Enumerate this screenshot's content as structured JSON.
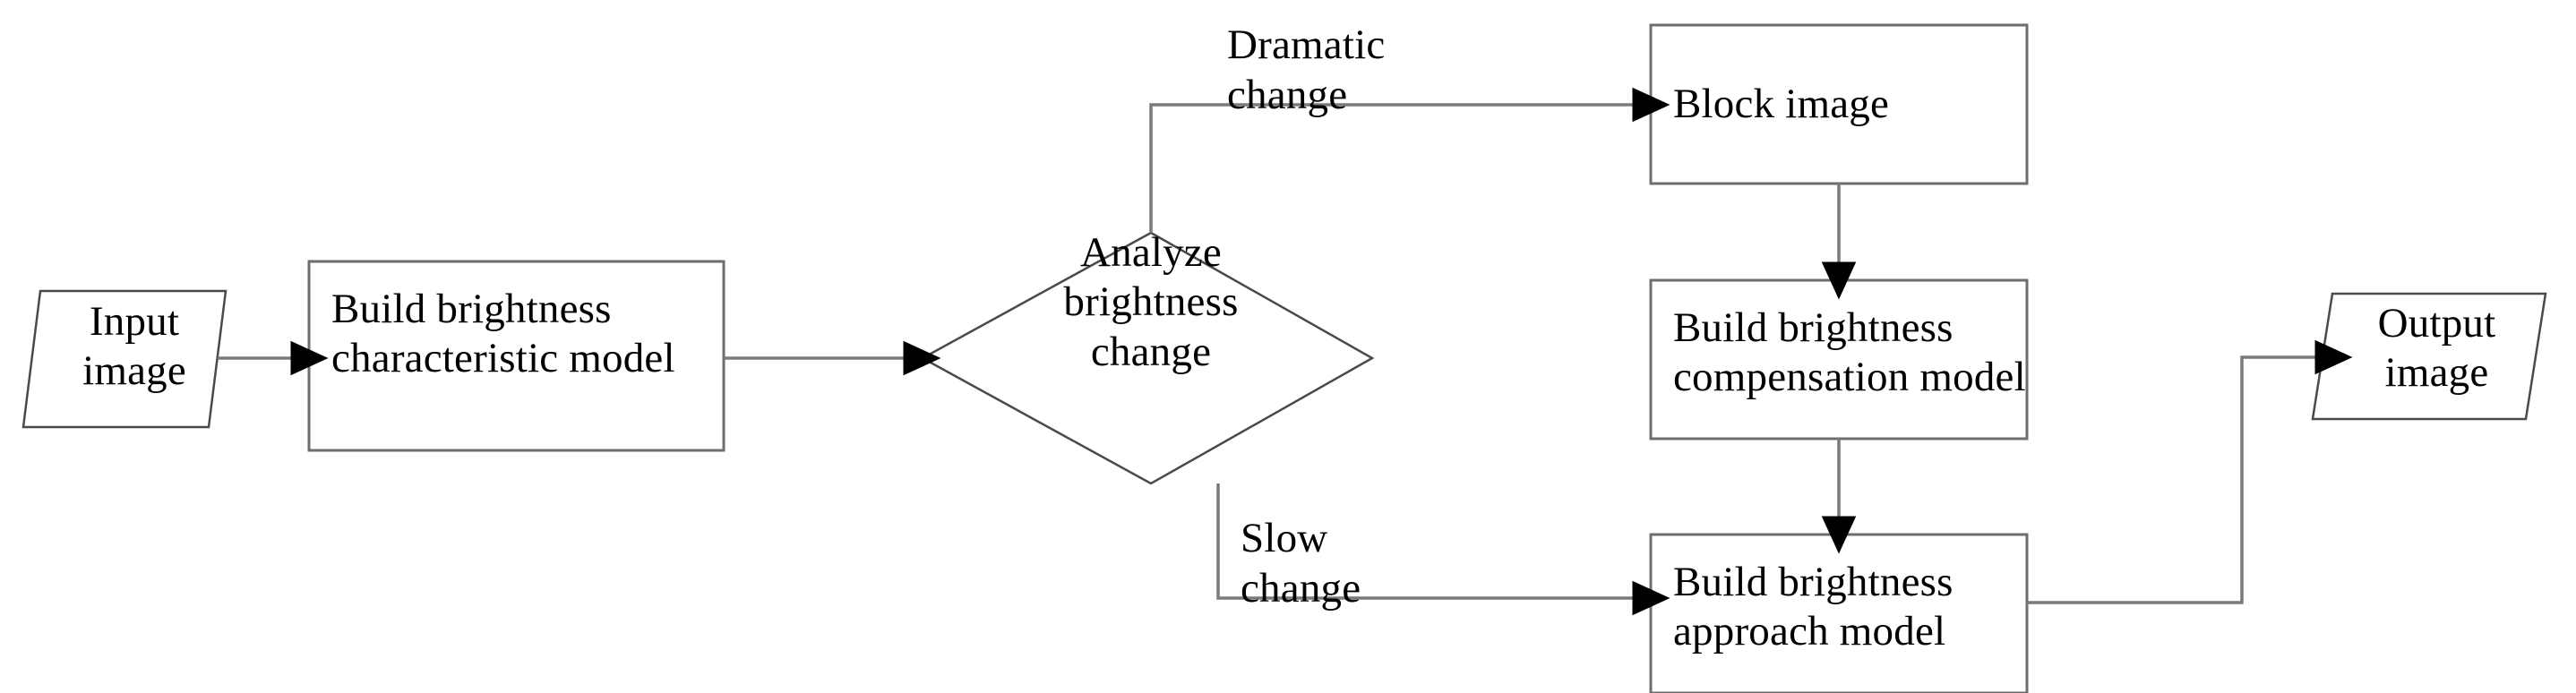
{
  "diagram": {
    "title": "Brightness processing flowchart",
    "background_color": "#ffffff",
    "line_color": "#7a7a7a",
    "shape_stroke_color": "#6e6e6e",
    "text_color": "#000000",
    "nodes": [
      {
        "id": "input-image",
        "shape": "parallelogram",
        "label": "Input\nimage"
      },
      {
        "id": "build-brightness-characteristic-model",
        "shape": "rectangle",
        "label": "Build brightness\ncharacteristic model"
      },
      {
        "id": "analyze-brightness-change",
        "shape": "diamond",
        "label": "Analyze\nbrightness\nchange"
      },
      {
        "id": "block-image",
        "shape": "rectangle",
        "label": "Block image"
      },
      {
        "id": "build-brightness-compensation-model",
        "shape": "rectangle",
        "label": "Build brightness\ncompensation model"
      },
      {
        "id": "build-brightness-approach-model",
        "shape": "rectangle",
        "label": "Build brightness\napproach model"
      },
      {
        "id": "output-image",
        "shape": "parallelogram",
        "label": "Output\nimage"
      }
    ],
    "edge_labels": [
      {
        "id": "dramatic-change",
        "label": "Dramatic\nchange"
      },
      {
        "id": "slow-change",
        "label": "Slow\nchange"
      }
    ]
  }
}
